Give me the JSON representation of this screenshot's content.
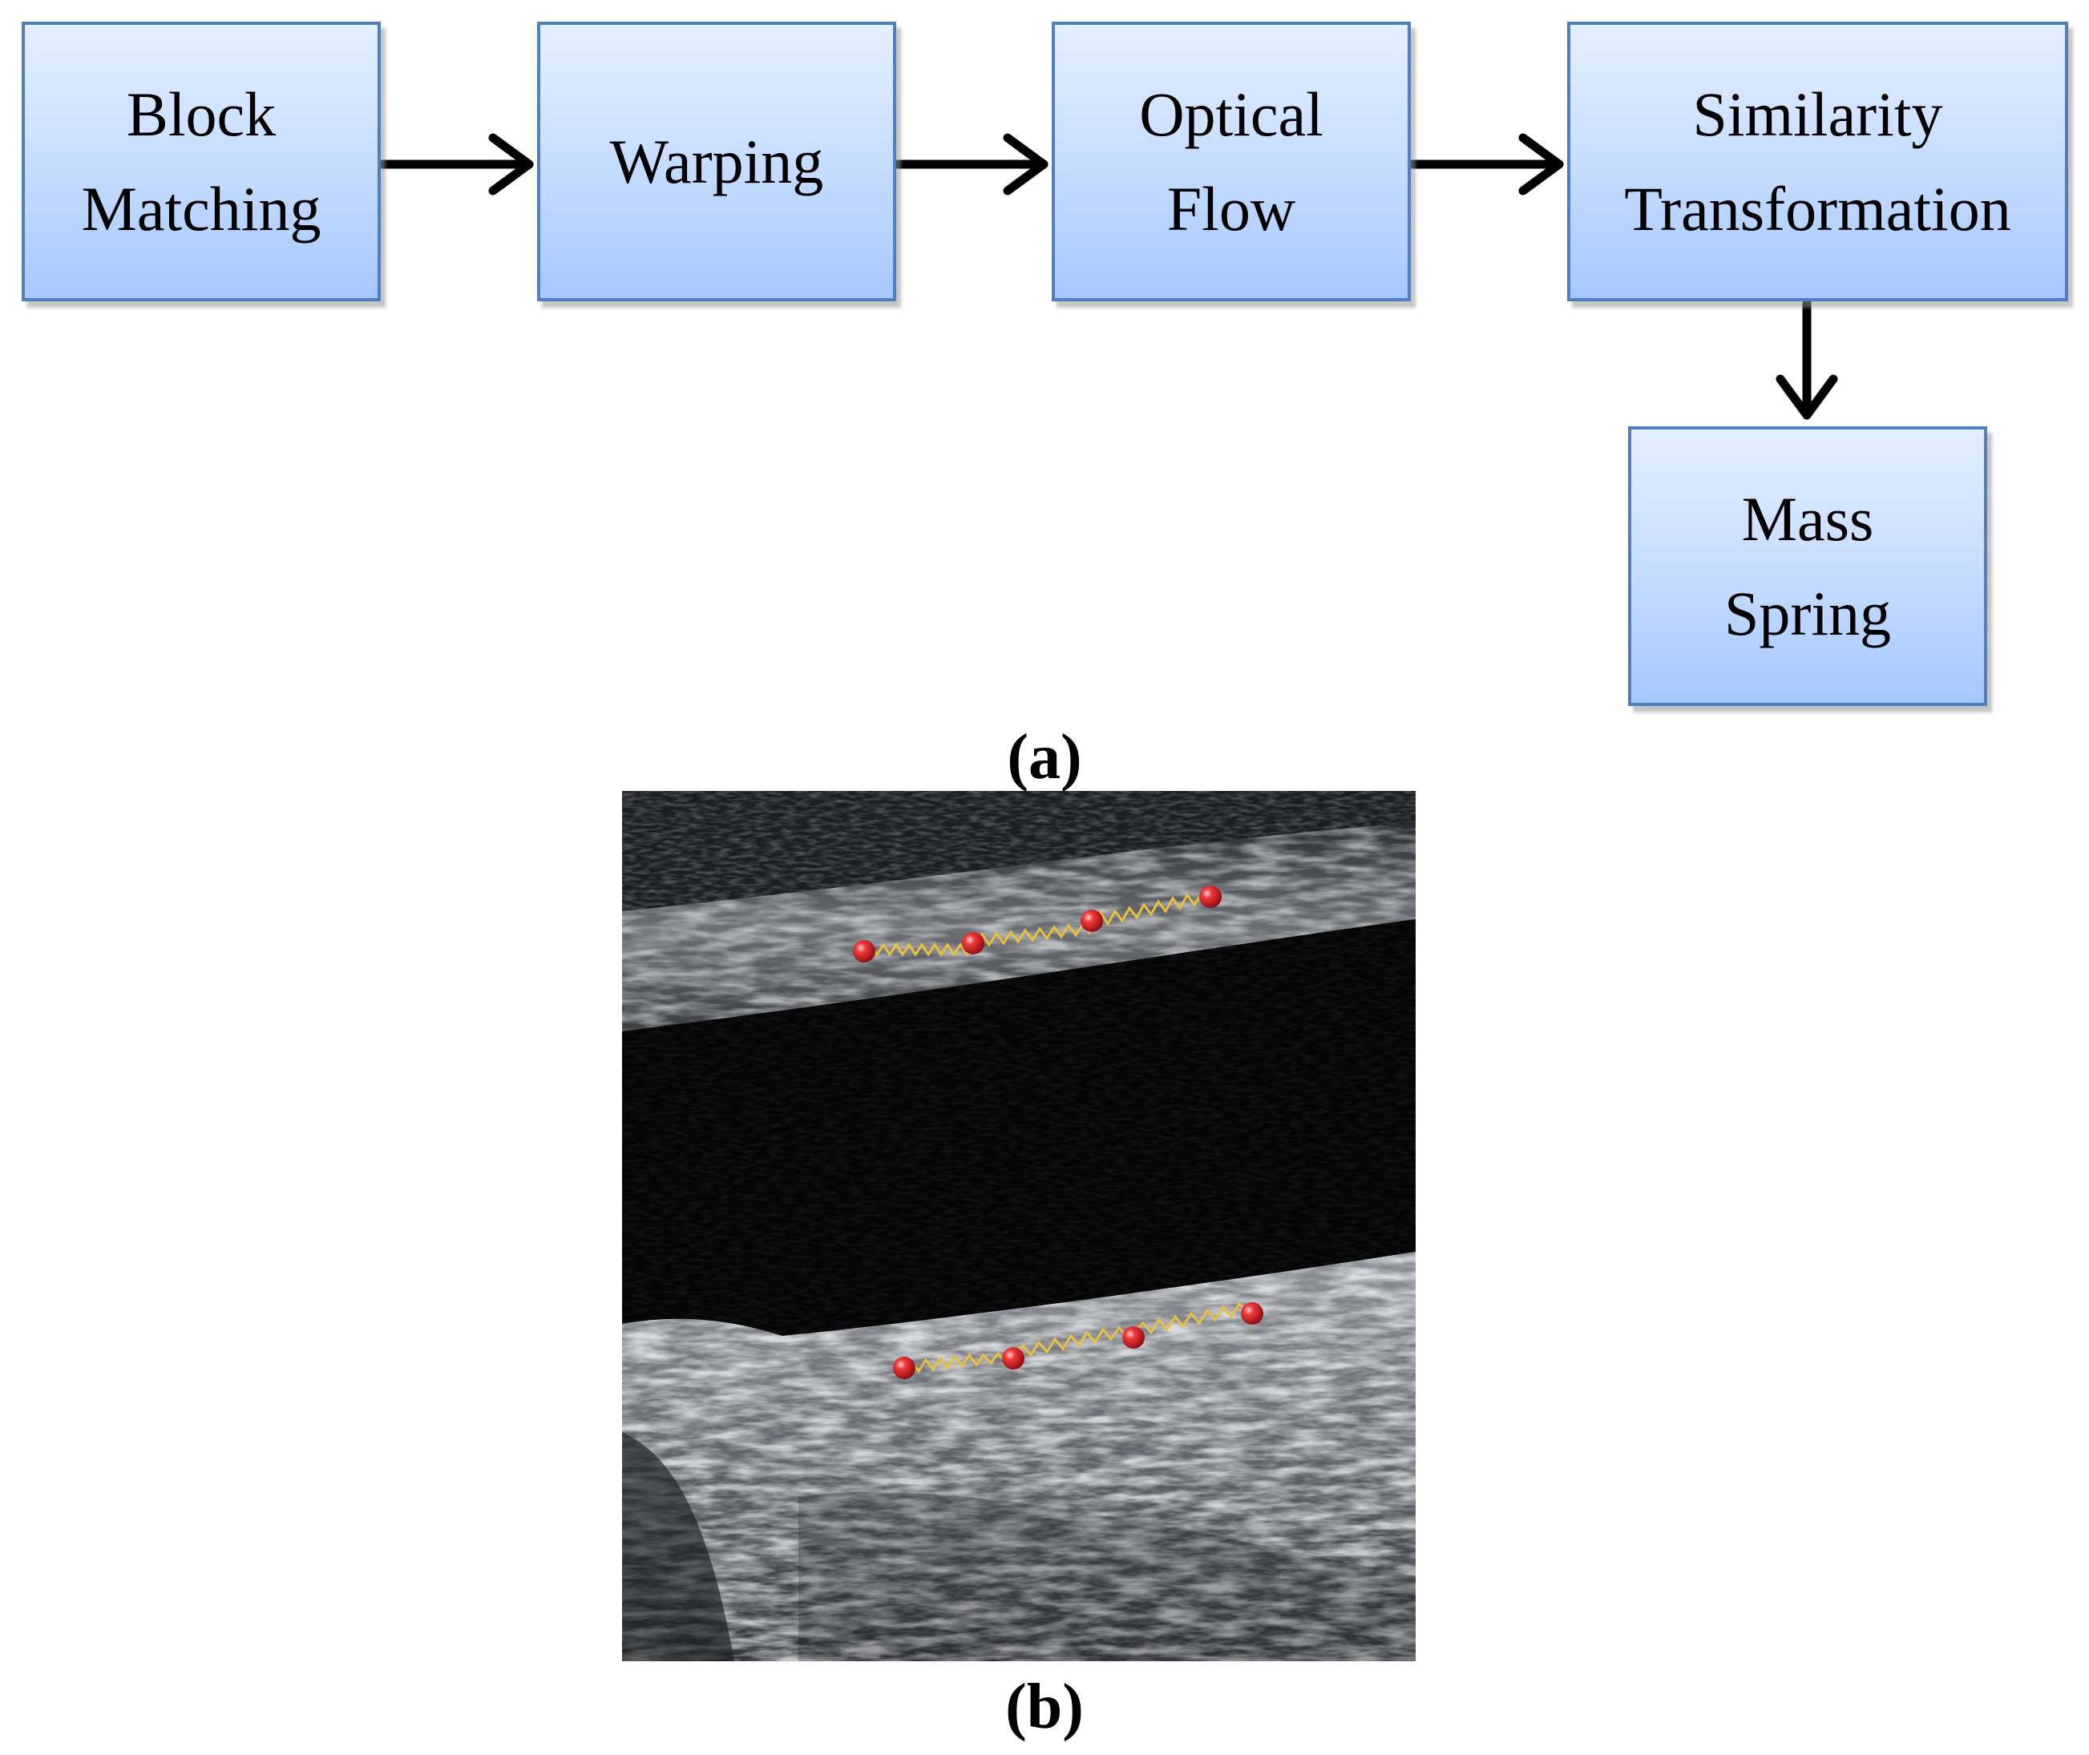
{
  "flowchart": {
    "steps": [
      {
        "line1": "Block",
        "line2": "Matching"
      },
      {
        "line1": "Warping",
        "line2": ""
      },
      {
        "line1": "Optical",
        "line2": "Flow"
      },
      {
        "line1": "Similarity",
        "line2": "Transformation"
      },
      {
        "line1": "Mass",
        "line2": "Spring"
      }
    ]
  },
  "captions": {
    "a": "(a)",
    "b": "(b)"
  },
  "image": {
    "kind": "ultrasound-carotid",
    "upper_markers": 4,
    "lower_markers": 4,
    "marker_color": "#e0202a",
    "spring_color": "#e8c040"
  },
  "colors": {
    "box_border": "#4f7fbf",
    "box_fill_top": "#e4efff",
    "box_fill_bottom": "#a6c8ff",
    "arrow": "#000000"
  }
}
